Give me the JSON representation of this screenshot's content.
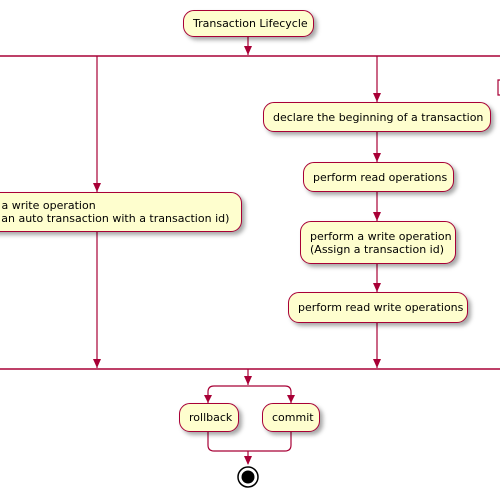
{
  "diagram": {
    "title": "Transaction Lifecycle",
    "left_branch": {
      "line1": "n a write operation",
      "line2": "e an auto transaction with a transaction id)"
    },
    "right_branch": {
      "declare": "declare the beginning of a transaction",
      "read": "perform read operations",
      "write_line1": "perform a write operation",
      "write_line2": "(Assign a transaction id)",
      "read_write": "perform read write operations"
    },
    "outcomes": {
      "rollback": "rollback",
      "commit": "commit"
    },
    "colors": {
      "node_fill": "#fefece",
      "node_border": "#a80036",
      "edge": "#a80036",
      "end": "#000000"
    }
  }
}
